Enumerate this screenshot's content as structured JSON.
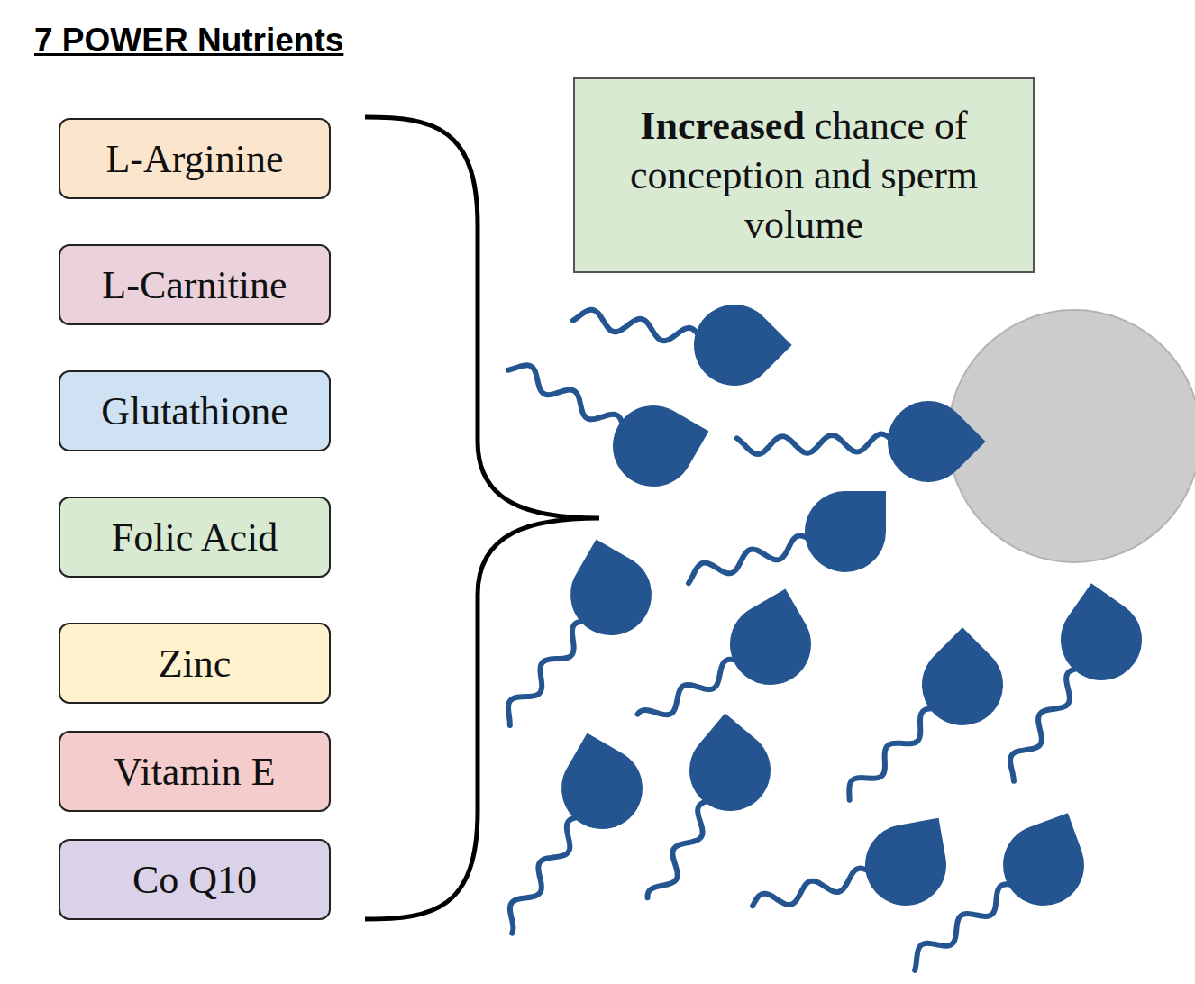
{
  "diagram": {
    "title": "7 POWER Nutrients",
    "nodes": [
      {
        "text": [
          "L-Arginine"
        ]
      },
      {
        "text": [
          "L-Carnitine"
        ]
      },
      {
        "text": [
          "Glutathione"
        ]
      },
      {
        "text": [
          "Folic Acid"
        ]
      },
      {
        "text": [
          "Zinc"
        ]
      },
      {
        "text": [
          "Vitamin E"
        ]
      },
      {
        "text": [
          "Co Q10"
        ]
      },
      {
        "text": [
          "Increased chance of conception and sperm volume"
        ]
      }
    ]
  }
}
